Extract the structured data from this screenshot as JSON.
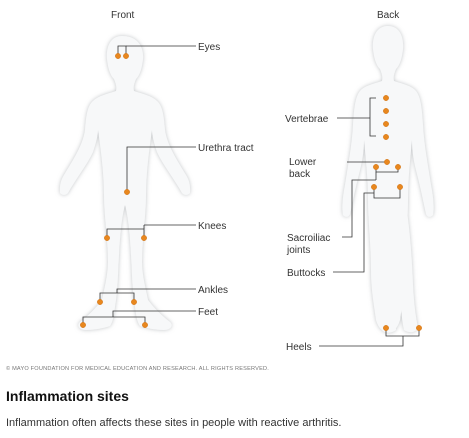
{
  "figure": {
    "views": {
      "front": "Front",
      "back": "Back"
    },
    "labels": {
      "eyes": "Eyes",
      "urethra_tract": "Urethra tract",
      "knees": "Knees",
      "ankles": "Ankles",
      "feet": "Feet",
      "vertebrae": "Vertebrae",
      "lower_back": [
        "Lower",
        "back"
      ],
      "sacroiliac_joints": [
        "Sacroiliac",
        "joints"
      ],
      "buttocks": "Buttocks",
      "heels": "Heels"
    },
    "colors": {
      "background": "#ffffff",
      "body_fill": "#f7f8f9",
      "marker": "#e8871e",
      "leader_line": "#333333"
    }
  },
  "copyright": "© MAYO FOUNDATION FOR MEDICAL EDUCATION AND RESEARCH. ALL RIGHTS RESERVED.",
  "caption": {
    "title": "Inflammation sites",
    "text": "Inflammation often affects these sites in people with reactive arthritis."
  }
}
